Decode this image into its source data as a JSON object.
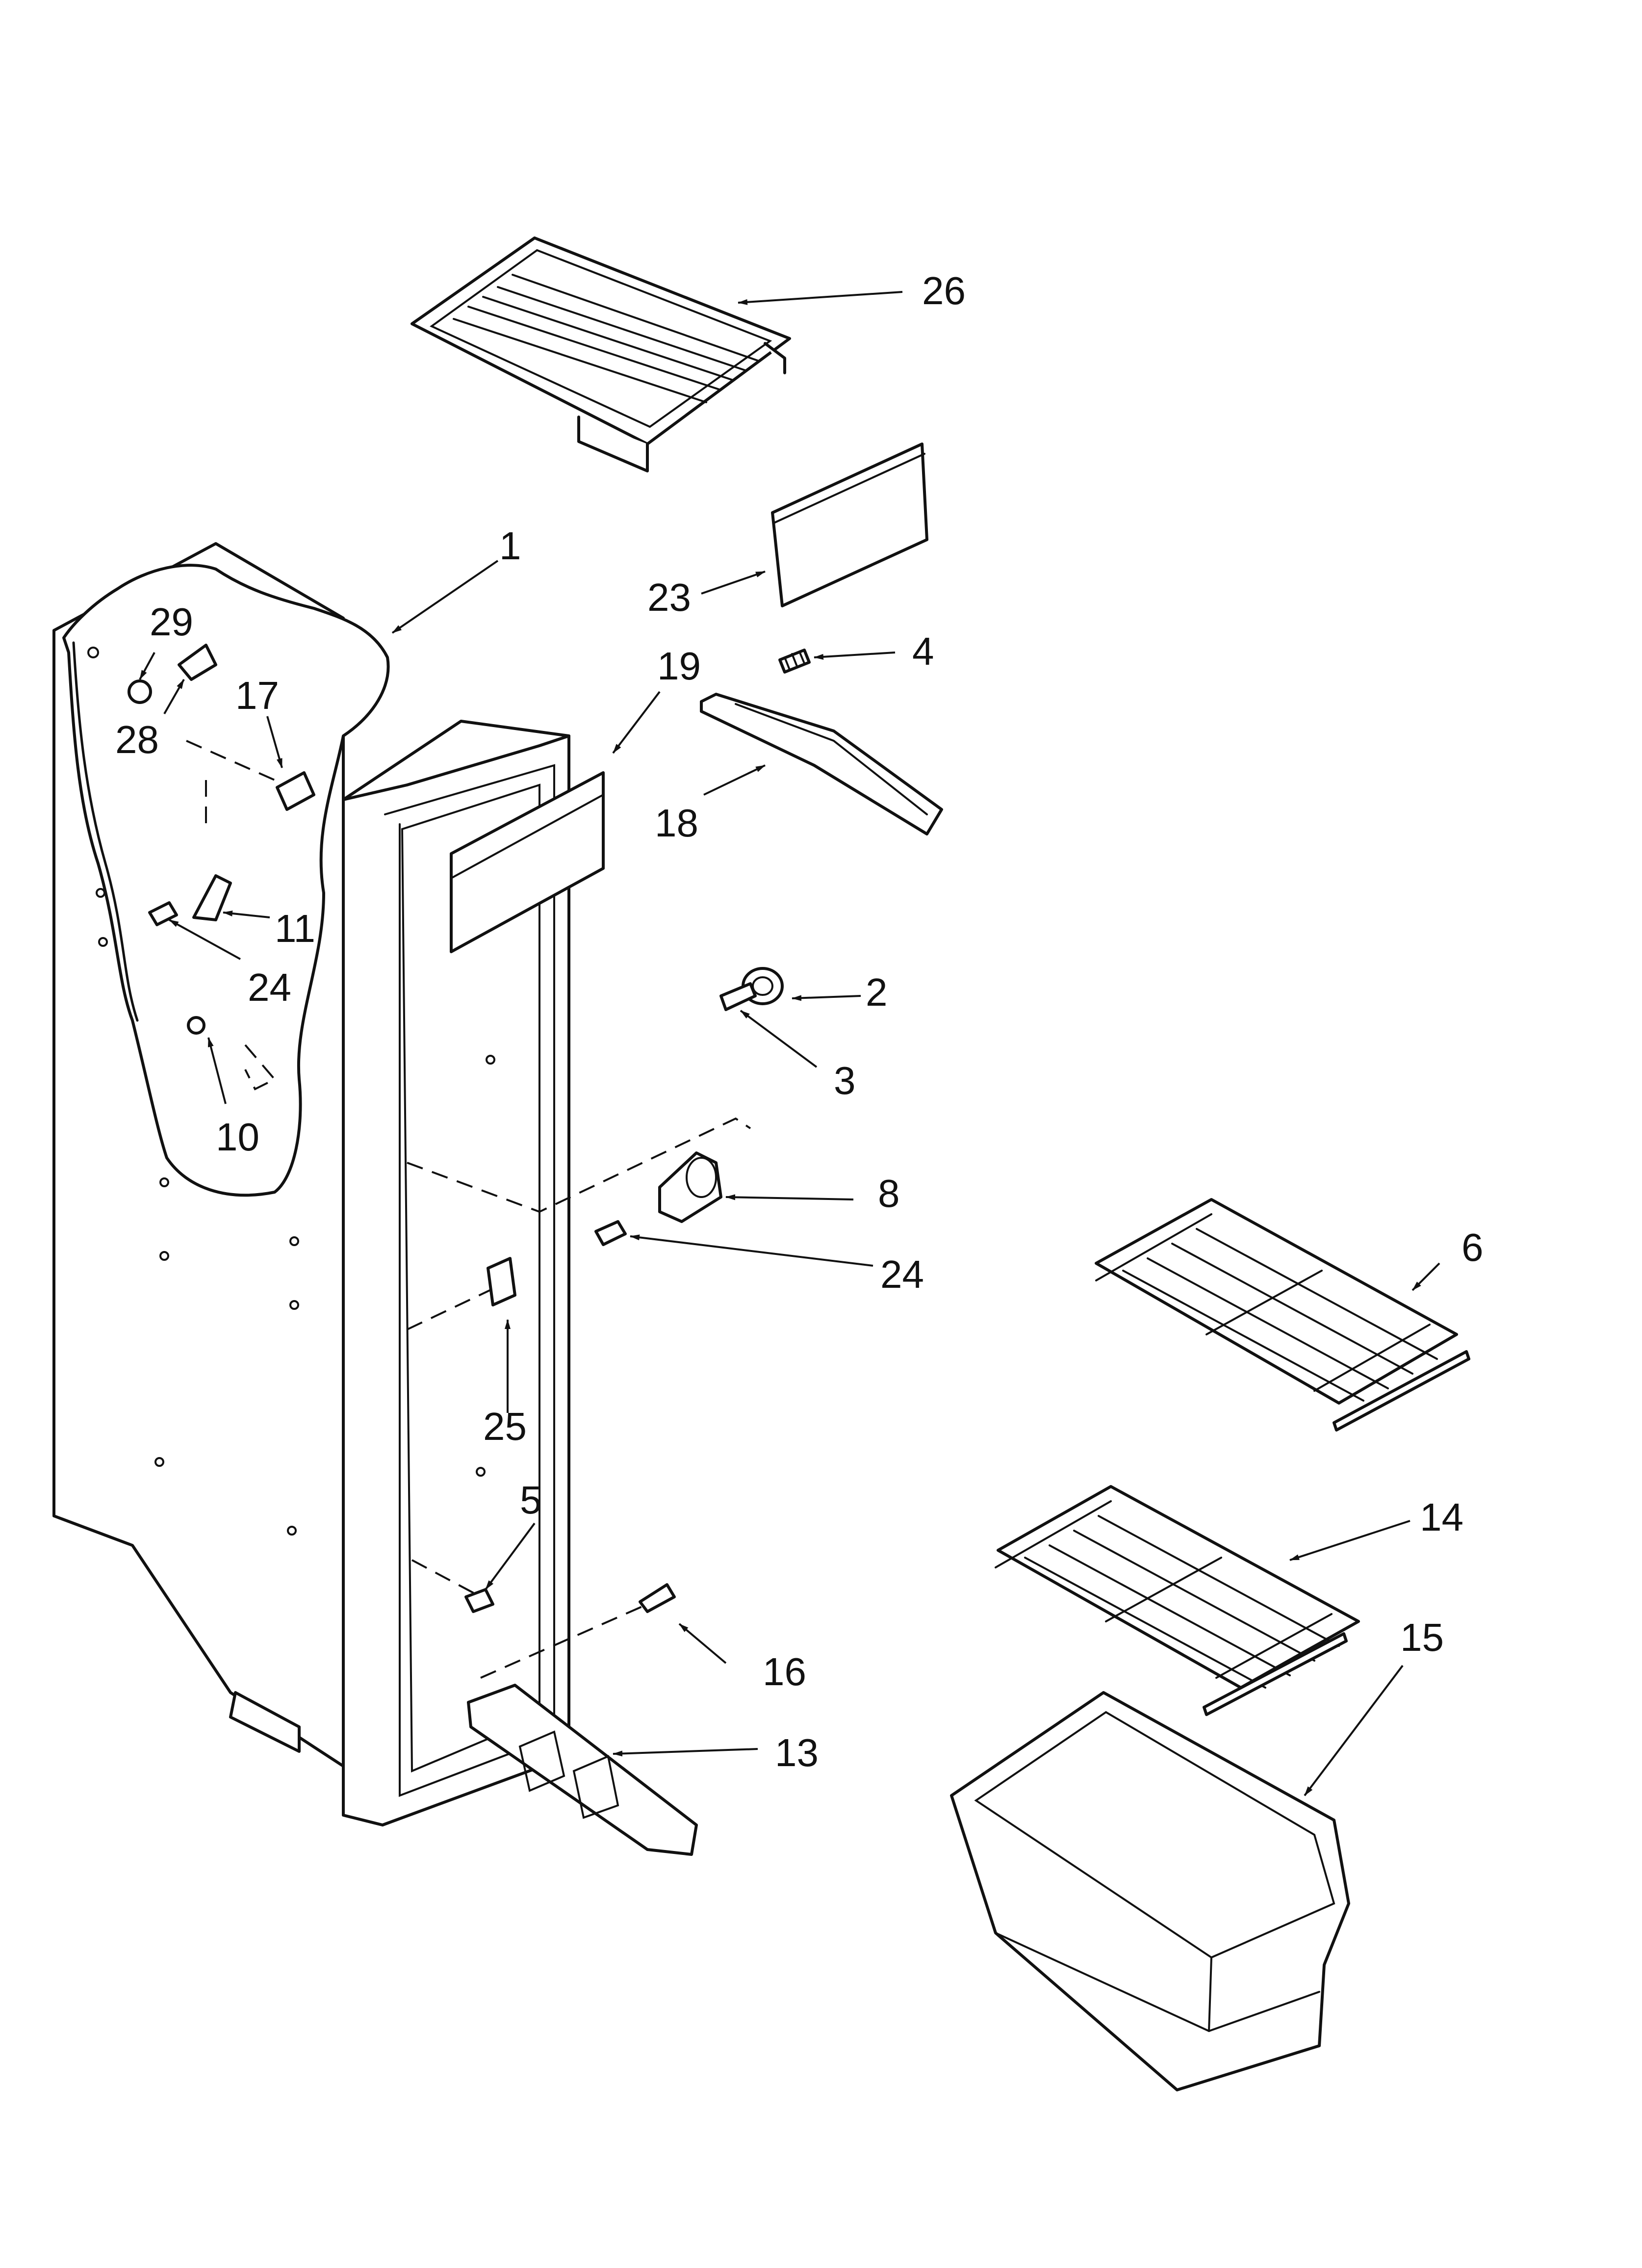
{
  "diagram": {
    "callouts": {
      "c1": "1",
      "c2": "2",
      "c3": "3",
      "c4": "4",
      "c5": "5",
      "c6": "6",
      "c8": "8",
      "c10": "10",
      "c11": "11",
      "c13": "13",
      "c14": "14",
      "c15": "15",
      "c16": "16",
      "c17": "17",
      "c18": "18",
      "c19": "19",
      "c23": "23",
      "c24a": "24",
      "c24b": "24",
      "c25": "25",
      "c26": "26",
      "c28": "28",
      "c29": "29"
    }
  }
}
